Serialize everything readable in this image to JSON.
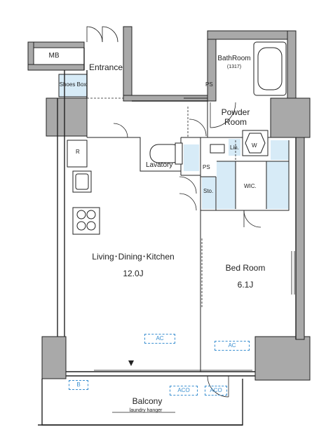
{
  "rooms": {
    "entrance": "Entrance",
    "mb": "MB",
    "shoes_box": "Shoes Box",
    "bathroom": "BathRoom",
    "bathroom_size": "(1317)",
    "ps_top": "PS",
    "powder_room_line1": "Powder",
    "powder_room_line2": "Room",
    "lin": "Lin.",
    "w": "W",
    "r": "R",
    "lavatory": "Lavatory",
    "ps_mid": "PS",
    "sto": "Sto.",
    "wic": "WIC.",
    "ldk": "Living･Dining･Kitchen",
    "ldk_size": "12.0J",
    "bedroom": "Bed Room",
    "bedroom_size": "6.1J",
    "balcony": "Balcony",
    "laundry": "laundry hanger"
  },
  "equipment": {
    "ac_ldk": "AC",
    "ac_bed": "AC",
    "aco_left": "ACO",
    "aco_right": "ACO",
    "b": "B"
  },
  "colors": {
    "wall": "#a9a9a9",
    "line": "#222222",
    "storage": "#d7ebf7",
    "accent": "#3a8fd0"
  }
}
